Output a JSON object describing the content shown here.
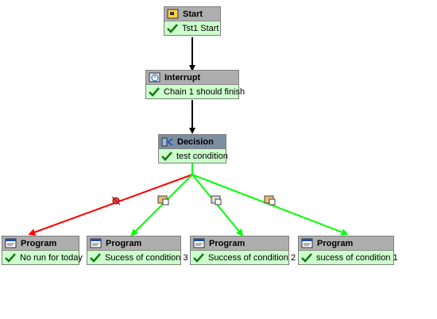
{
  "colors": {
    "header": "#aeaeae",
    "decision_header": "#7c8fa0",
    "body": "#ccffcc",
    "edge_default": "#000000",
    "edge_true": "#00ff00",
    "edge_false": "#ff0000"
  },
  "nodes": {
    "start": {
      "title": "Start",
      "status": "Tst1 Start",
      "icon": "start-flag-icon"
    },
    "interrupt": {
      "title": "Interrupt",
      "status": "Chain 1 should finish",
      "icon": "interrupt-clock-icon"
    },
    "decision": {
      "title": "Decision",
      "status": "test condition",
      "icon": "decision-icon"
    },
    "program1": {
      "title": "Program",
      "status": "No run for today",
      "icon": "program-icon"
    },
    "program2": {
      "title": "Program",
      "status": "Sucess of condition 3",
      "icon": "program-icon"
    },
    "program3": {
      "title": "Program",
      "status": "Success of condition 2",
      "icon": "program-icon"
    },
    "program4": {
      "title": "Program",
      "status": "sucess of condition 1",
      "icon": "program-icon"
    }
  }
}
